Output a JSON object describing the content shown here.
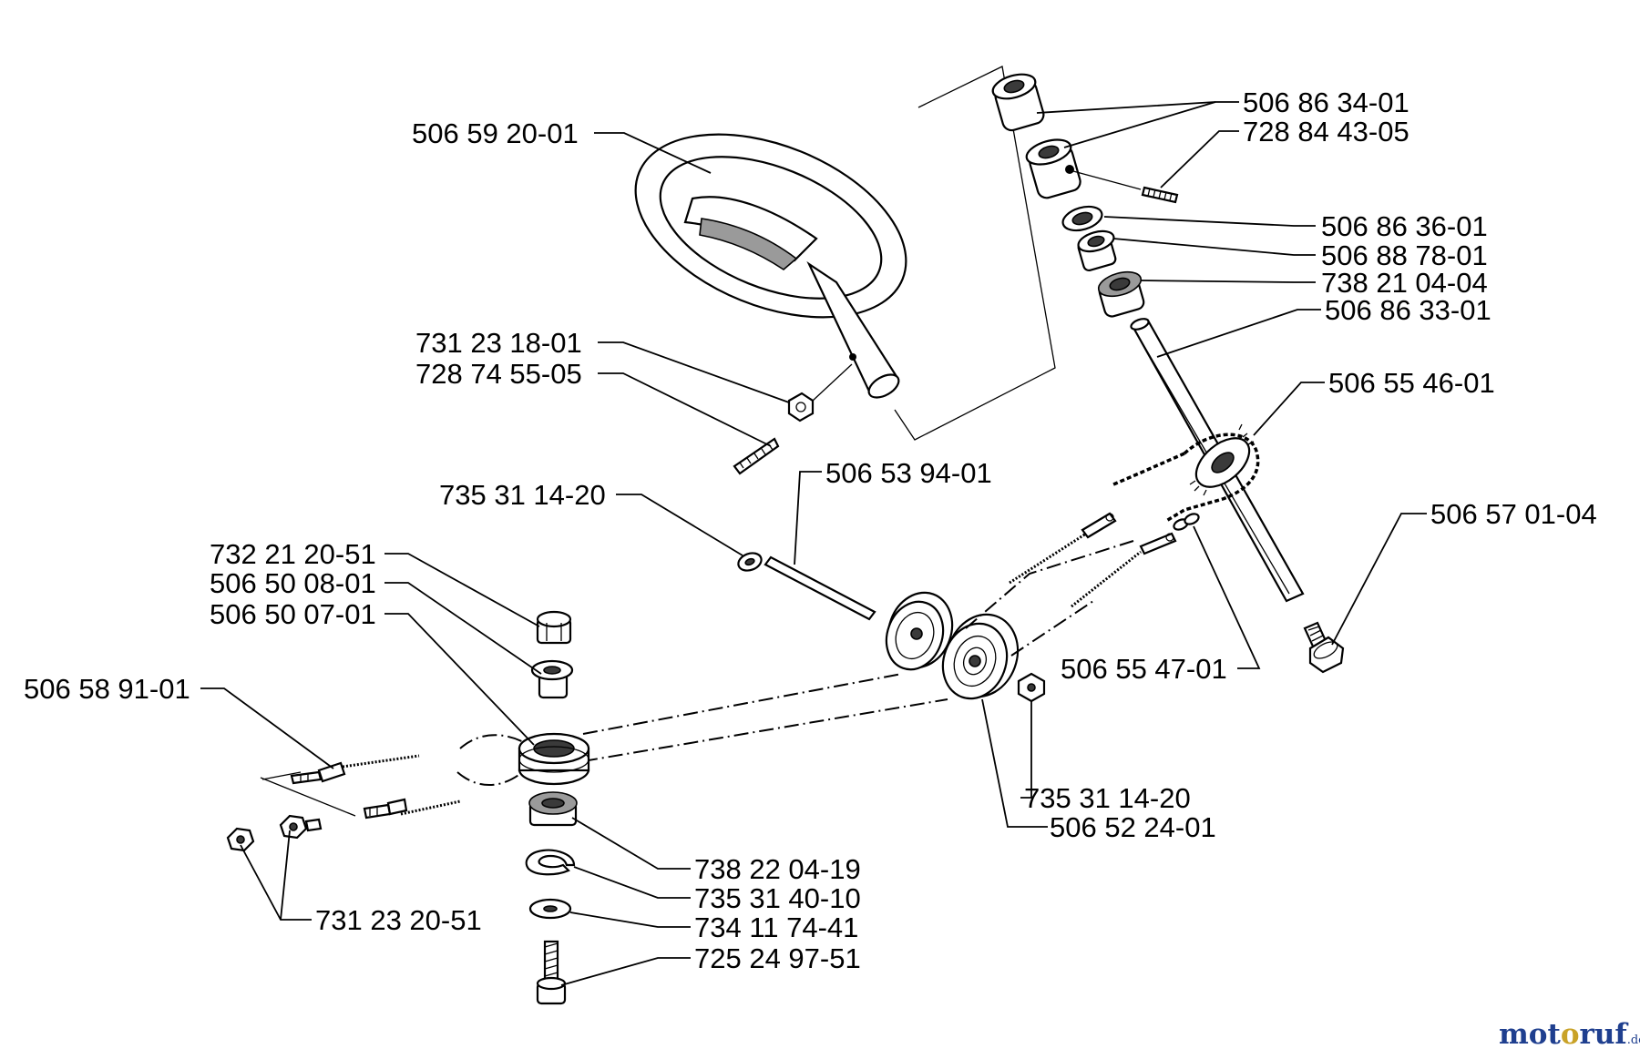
{
  "parts": {
    "p01": "506 59 20-01",
    "p02": "731 23 18-01",
    "p03": "728 74 55-05",
    "p04": "735 31 14-20",
    "p05": "506 53 94-01",
    "p06": "732 21 20-51",
    "p07": "506 50 08-01",
    "p08": "506 50 07-01",
    "p09": "506 58 91-01",
    "p10": "731 23 20-51",
    "p11": "738 22 04-19",
    "p12": "735 31 40-10",
    "p13": "734 11 74-41",
    "p14": "725 24 97-51",
    "p15": "735 31 14-20",
    "p16": "506 52 24-01",
    "p17": "506 55 47-01",
    "p18": "506 57 01-04",
    "p19": "506 55 46-01",
    "p20": "506 86 33-01",
    "p21": "738 21 04-04",
    "p22": "506 88 78-01",
    "p23": "506 86 36-01",
    "p24": "728 84 43-05",
    "p25": "506 86 34-01"
  },
  "watermark": {
    "part1": "mot",
    "part2": "o",
    "part3": "ruf",
    "tld": ".de"
  }
}
